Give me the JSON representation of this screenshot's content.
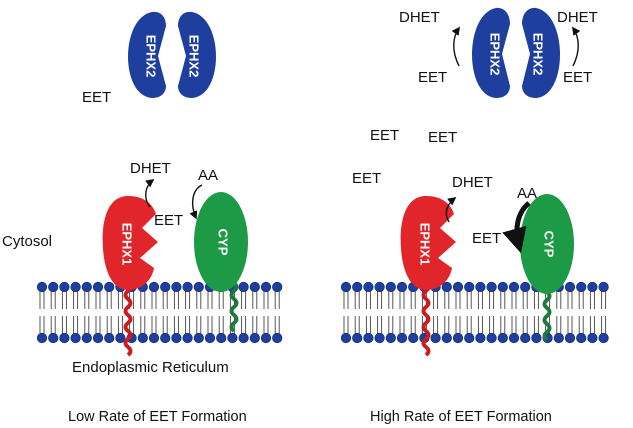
{
  "colors": {
    "ephx2_blue": "#1f3f9f",
    "ephx1_red": "#e0262a",
    "cyp_green": "#1c9a46",
    "lipid_head_blue": "#1f3f9f",
    "anchor_red": "#c91d22",
    "anchor_green": "#1e7a3a"
  },
  "labels": {
    "ephx2": "EPHX2",
    "ephx1": "EPHX1",
    "cyp": "CYP",
    "eet": "EET",
    "dhet": "DHET",
    "aa": "AA",
    "cytosol": "Cytosol",
    "er": "Endoplasmic Reticulum"
  },
  "captions": {
    "left": "Low Rate of EET Formation",
    "right": "High Rate of EET Formation"
  },
  "icons": {
    "reaction_arrow": "curved-arrow-icon",
    "anchor": "transmembrane-helix-icon"
  }
}
